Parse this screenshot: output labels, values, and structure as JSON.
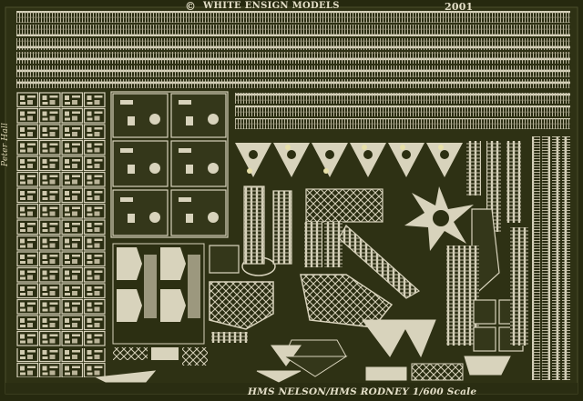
{
  "header": {
    "copyright_symbol": "©",
    "maker": "WHITE ENSIGN MODELS",
    "year": "2001"
  },
  "footer": {
    "scale_label": "HMS NELSON/HMS RODNEY 1/600 Scale"
  },
  "side": {
    "signature": "Peter Hall"
  },
  "colors": {
    "background": "#26290f",
    "brass": "#d8d3bc",
    "brass_dark": "#8e8a6e"
  },
  "icons": [
    "photo-etched-brass-fret",
    "railing-strips",
    "part-grid"
  ]
}
